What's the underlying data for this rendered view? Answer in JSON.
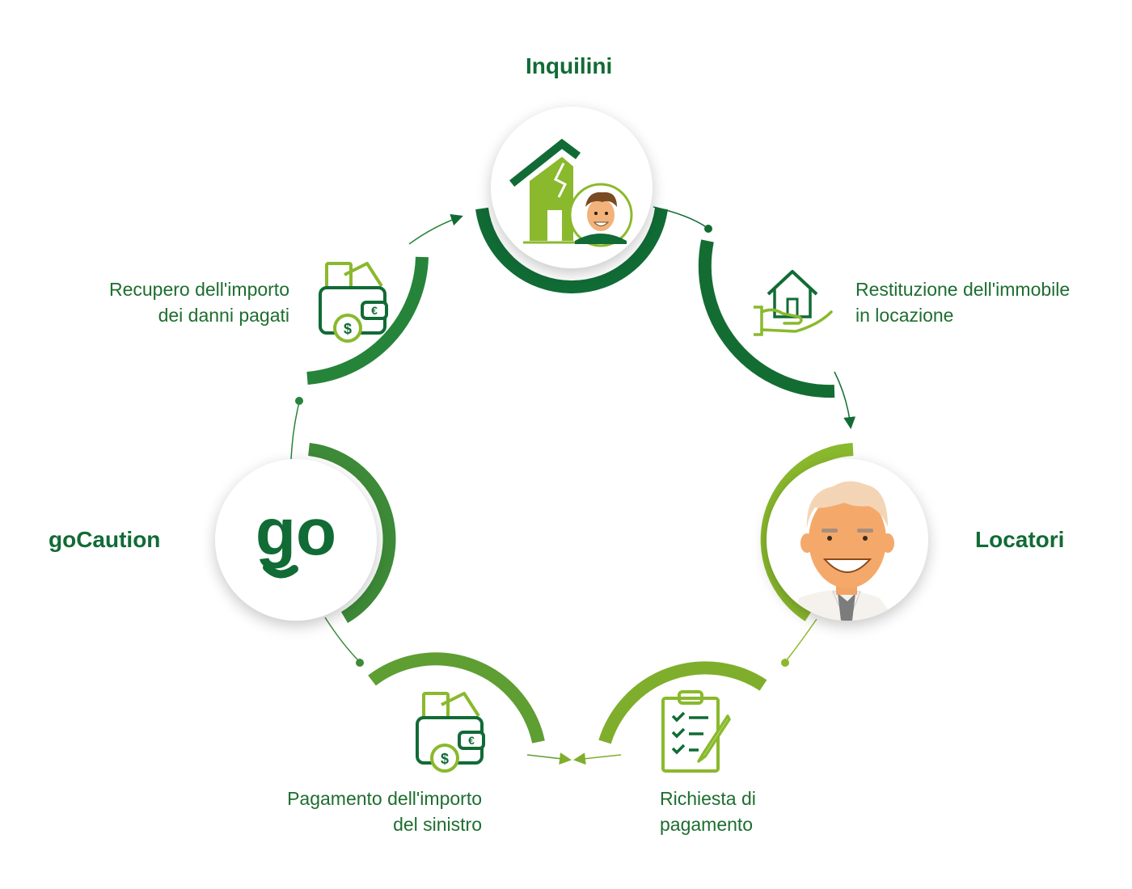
{
  "nodes": {
    "tenants": {
      "label": "Inquilini"
    },
    "landlords": {
      "label": "Locatori"
    },
    "gocaution": {
      "label": "goCaution",
      "logo": "go"
    }
  },
  "steps": {
    "return_property": {
      "line1": "Restituzione dell'immobile",
      "line2": "in locazione",
      "icon": "hand-house-icon"
    },
    "payment_request": {
      "line1": "Richiesta di",
      "line2": "pagamento",
      "icon": "clipboard-checklist-icon"
    },
    "claim_payment": {
      "line1": "Pagamento dell'importo",
      "line2": "del sinistro",
      "icon": "wallet-money-icon"
    },
    "damage_recovery": {
      "line1": "Recupero dell'importo",
      "line2": "dei danni pagati",
      "icon": "wallet-money-icon"
    }
  },
  "colors": {
    "dark_green": "#116b35",
    "mid_green": "#2a8a3a",
    "light_green": "#8ab92d",
    "text_green": "#1d6e2f"
  }
}
